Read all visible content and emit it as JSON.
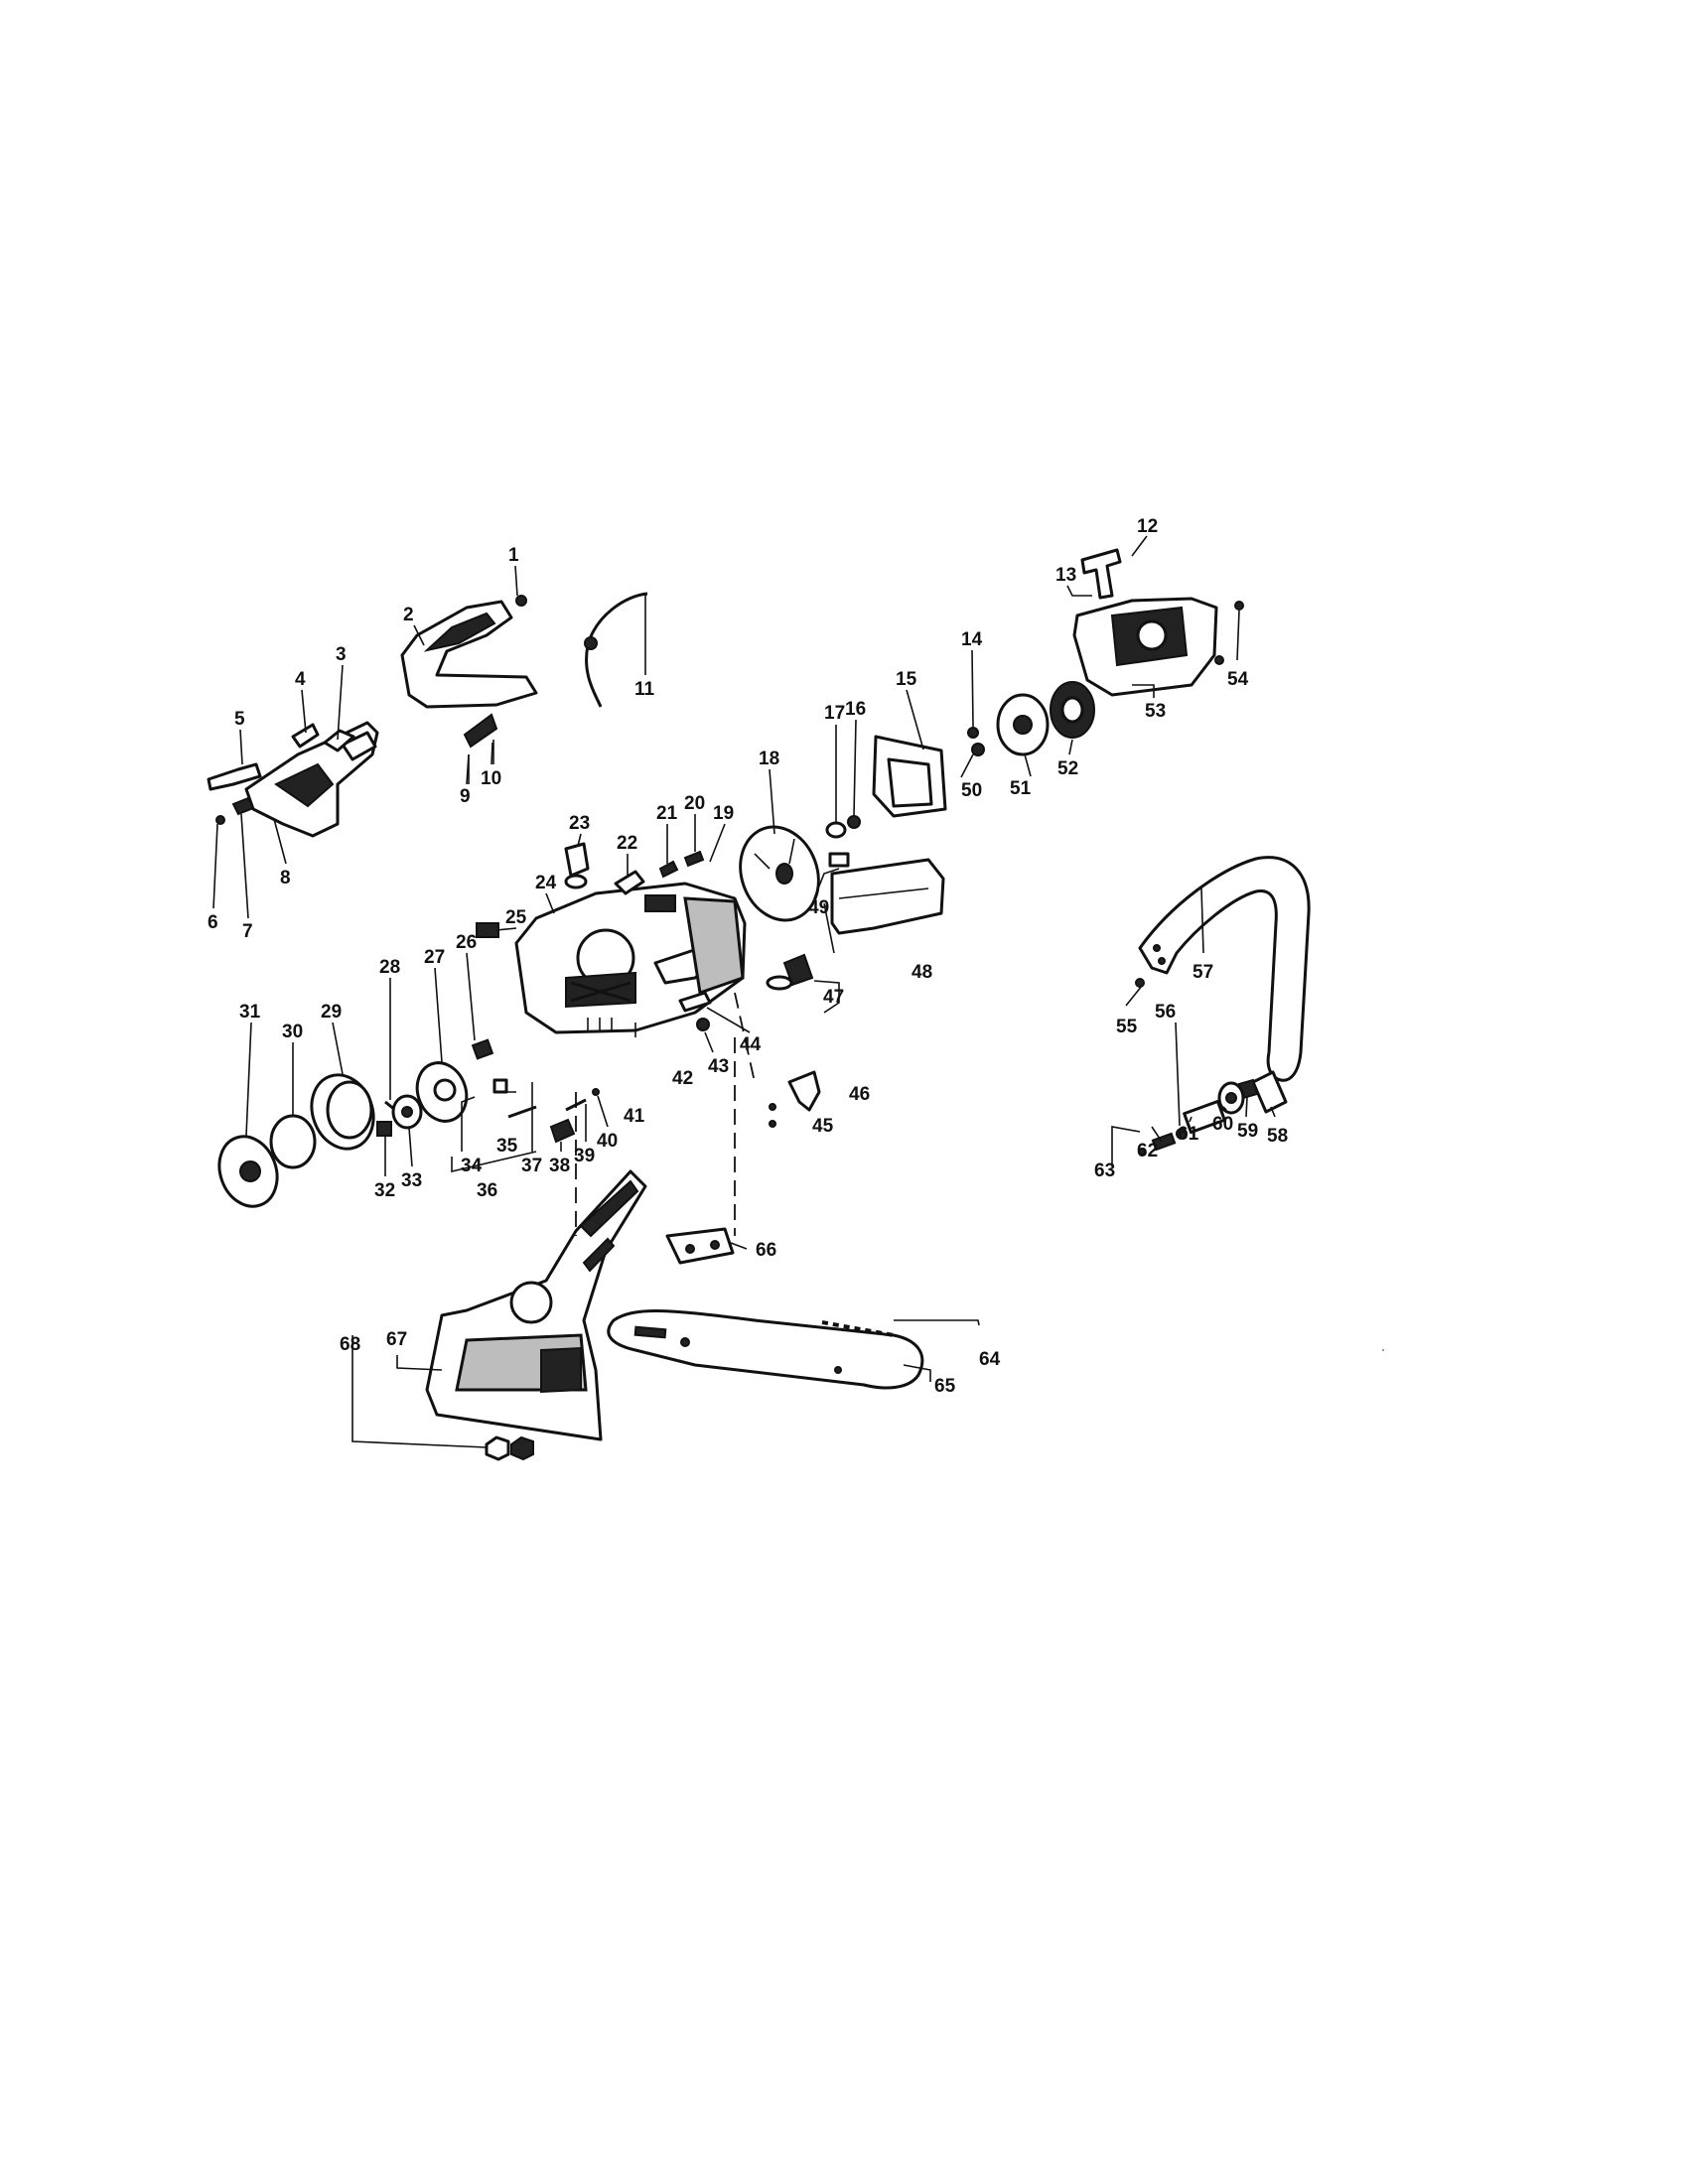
{
  "diagram": {
    "callouts": [
      "1",
      "2",
      "3",
      "4",
      "5",
      "6",
      "7",
      "8",
      "9",
      "10",
      "11",
      "12",
      "13",
      "14",
      "15",
      "16",
      "17",
      "18",
      "19",
      "20",
      "21",
      "22",
      "23",
      "24",
      "25",
      "26",
      "27",
      "28",
      "29",
      "30",
      "31",
      "32",
      "33",
      "34",
      "35",
      "36",
      "37",
      "38",
      "39",
      "40",
      "41",
      "42",
      "43",
      "44",
      "45",
      "46",
      "47",
      "48",
      "49",
      "50",
      "51",
      "52",
      "53",
      "54",
      "55",
      "56",
      "57",
      "58",
      "59",
      "60",
      "61",
      "62",
      "63",
      "64",
      "65",
      "66",
      "67",
      "68"
    ]
  }
}
